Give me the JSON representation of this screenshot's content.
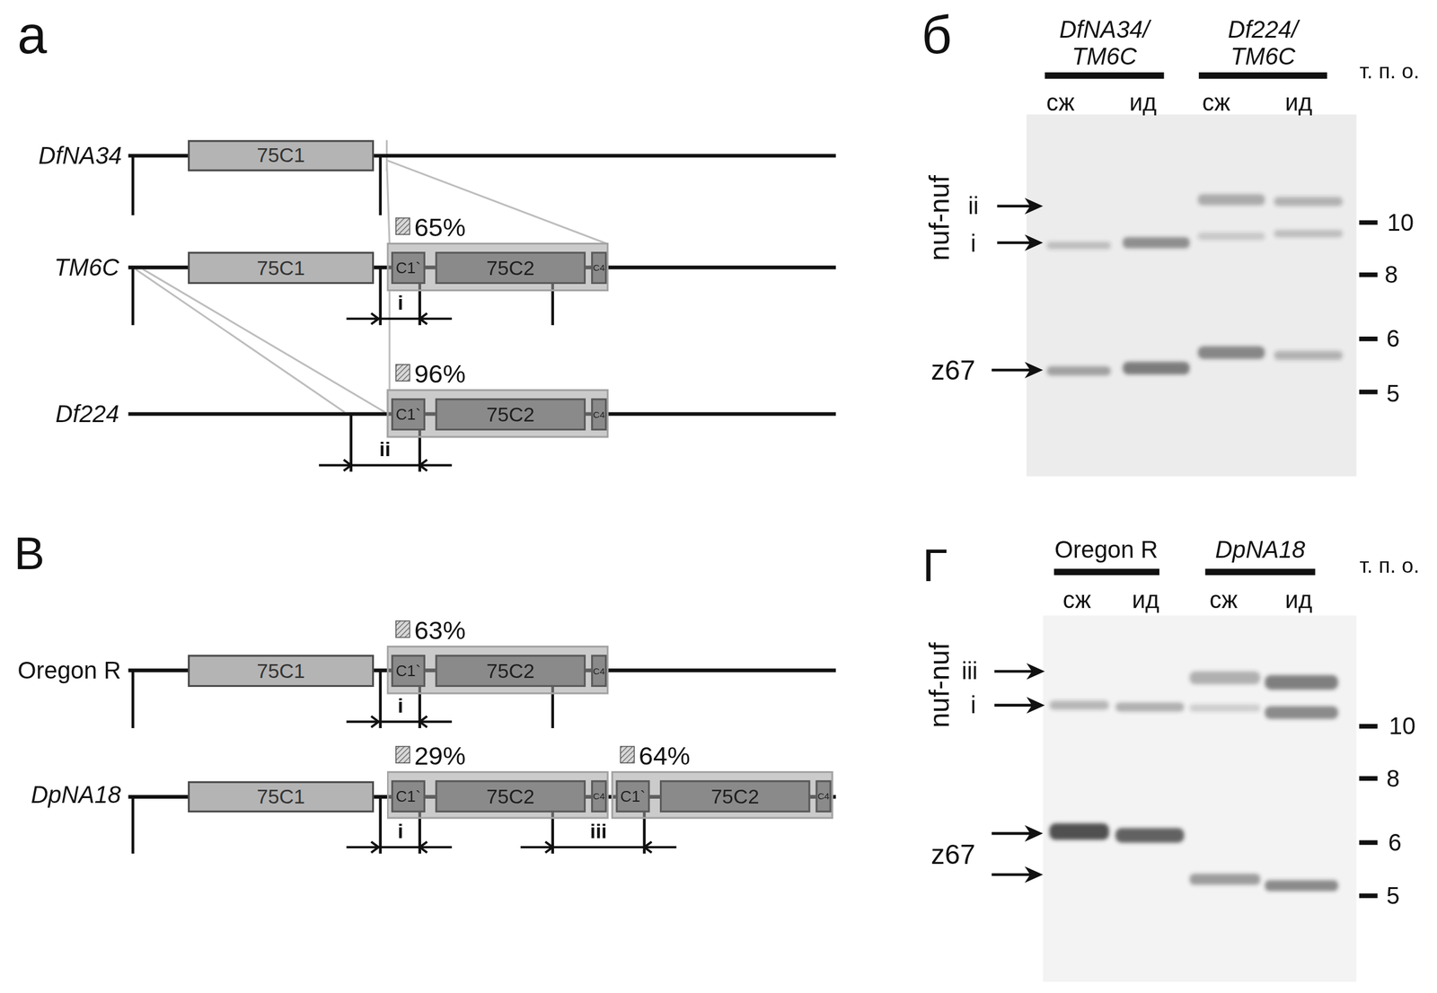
{
  "diagram": {
    "nodes": [
      {
        "text": [
          "75C1"
        ]
      },
      {
        "text": [
          "75C1"
        ]
      },
      {
        "text": [
          "65%"
        ]
      },
      {
        "text": [
          "C1`"
        ],
        "in": 2
      },
      {
        "text": [
          "75C2"
        ],
        "in": 2
      },
      {
        "text": [
          "C4"
        ],
        "in": 2
      },
      {
        "text": [
          "96%"
        ]
      },
      {
        "text": [
          "C1`"
        ],
        "in": 6
      },
      {
        "text": [
          "75C2"
        ],
        "in": 6
      },
      {
        "text": [
          "C4"
        ],
        "in": 6
      },
      {
        "text": [
          "75C1"
        ]
      },
      {
        "text": [
          "63%"
        ]
      },
      {
        "text": [
          "C1`"
        ],
        "in": 11
      },
      {
        "text": [
          "75C2"
        ],
        "in": 11
      },
      {
        "text": [
          "C4"
        ],
        "in": 11
      },
      {
        "text": [
          "75C1"
        ]
      },
      {
        "text": [
          "29%"
        ]
      },
      {
        "text": [
          "C1`"
        ],
        "in": 16
      },
      {
        "text": [
          "75C2"
        ],
        "in": 16
      },
      {
        "text": [
          "C4"
        ],
        "in": 16
      },
      {
        "text": [
          "64%"
        ]
      },
      {
        "text": [
          "C1`"
        ],
        "in": 20
      },
      {
        "text": [
          "75C2"
        ],
        "in": 20
      },
      {
        "text": [
          "C4"
        ],
        "in": 20
      }
    ],
    "labels": [
      "а",
      "DfNA34",
      "TM6C",
      "i",
      "Df224",
      "ii",
      "В",
      "Oregon R",
      "DpNA18",
      "i",
      "i",
      "iii",
      "б",
      "DfNA34/ TM6C",
      "Df224/ TM6C",
      "сж",
      "ид",
      "сж",
      "ид",
      "т. п. о.",
      "nuf-nuf",
      "ii",
      "i",
      "z67",
      "10",
      "8",
      "6",
      "5",
      "Г",
      "Oregon R",
      "DpNA18",
      "сж",
      "ид",
      "сж",
      "ид",
      "т. п. о.",
      "nuf-nuf",
      "iii",
      "i",
      "z67",
      "10",
      "8",
      "6",
      "5"
    ]
  }
}
